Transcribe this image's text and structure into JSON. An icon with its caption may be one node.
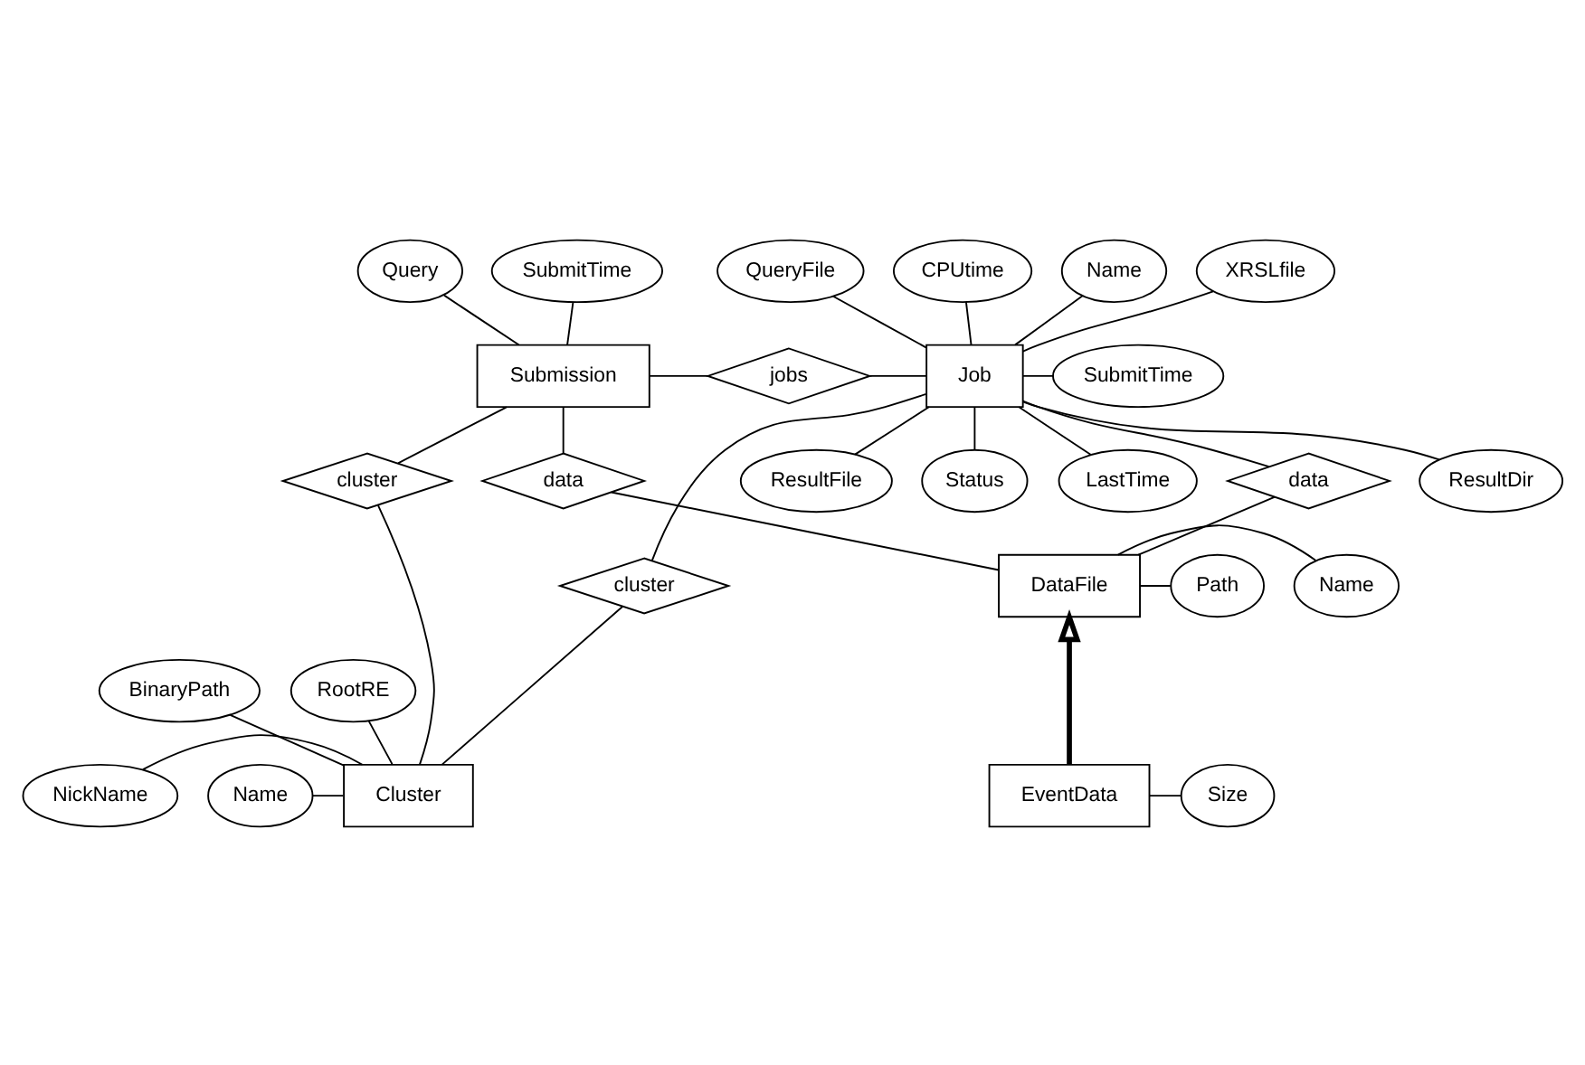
{
  "diagram": {
    "nodes": [
      {
        "text": [
          "Query"
        ]
      },
      {
        "text": [
          "SubmitTime"
        ]
      },
      {
        "text": [
          "Name"
        ]
      },
      {
        "text": [
          "XRSLfile"
        ]
      },
      {
        "text": [
          "QueryFile"
        ]
      },
      {
        "text": [
          "CPUtime"
        ]
      },
      {
        "text": [
          "Submission"
        ]
      },
      {
        "text": [
          "jobs"
        ]
      },
      {
        "text": [
          "Job"
        ]
      },
      {
        "text": [
          "SubmitTime"
        ]
      },
      {
        "text": [
          "Status"
        ]
      },
      {
        "text": [
          "LastTime"
        ]
      },
      {
        "text": [
          "data"
        ]
      },
      {
        "text": [
          "ResultDir"
        ]
      },
      {
        "text": [
          "ResultFile"
        ]
      },
      {
        "text": [
          "data"
        ]
      },
      {
        "text": [
          "cluster"
        ]
      },
      {
        "text": [
          "cluster"
        ]
      },
      {
        "text": [
          "DataFile"
        ]
      },
      {
        "text": [
          "Name"
        ]
      },
      {
        "text": [
          "Path"
        ]
      },
      {
        "text": [
          "Name"
        ]
      },
      {
        "text": [
          "Cluster"
        ]
      },
      {
        "text": [
          "NickName"
        ]
      },
      {
        "text": [
          "BinaryPath"
        ]
      },
      {
        "text": [
          "RootRE"
        ]
      },
      {
        "text": [
          "EventData"
        ]
      },
      {
        "text": [
          "Size"
        ]
      }
    ],
    "edges": [
      {
        "from": 0,
        "to": 6,
        "arrow": "none"
      },
      {
        "from": 1,
        "to": 6,
        "arrow": "none"
      },
      {
        "from": 6,
        "to": 7,
        "arrow": "none"
      },
      {
        "from": 7,
        "to": 8,
        "arrow": "none"
      },
      {
        "from": 2,
        "to": 8,
        "arrow": "none"
      },
      {
        "from": 3,
        "to": 8,
        "arrow": "none"
      },
      {
        "from": 4,
        "to": 8,
        "arrow": "none"
      },
      {
        "from": 5,
        "to": 8,
        "arrow": "none"
      },
      {
        "from": 8,
        "to": 9,
        "arrow": "none"
      },
      {
        "from": 8,
        "to": 10,
        "arrow": "none"
      },
      {
        "from": 8,
        "to": 11,
        "arrow": "none"
      },
      {
        "from": 8,
        "to": 13,
        "arrow": "none"
      },
      {
        "from": 8,
        "to": 14,
        "arrow": "none"
      },
      {
        "from": 8,
        "to": 12,
        "arrow": "none"
      },
      {
        "from": 12,
        "to": 18,
        "arrow": "none"
      },
      {
        "from": 6,
        "to": 15,
        "arrow": "none"
      },
      {
        "from": 15,
        "to": 18,
        "arrow": "none"
      },
      {
        "from": 6,
        "to": 16,
        "arrow": "none"
      },
      {
        "from": 16,
        "to": 22,
        "arrow": "none"
      },
      {
        "from": 8,
        "to": 17,
        "arrow": "none"
      },
      {
        "from": 17,
        "to": 22,
        "arrow": "none"
      },
      {
        "from": 18,
        "to": 19,
        "arrow": "none"
      },
      {
        "from": 18,
        "to": 20,
        "arrow": "none"
      },
      {
        "from": 21,
        "to": 22,
        "arrow": "none"
      },
      {
        "from": 23,
        "to": 22,
        "arrow": "none"
      },
      {
        "from": 24,
        "to": 22,
        "arrow": "none"
      },
      {
        "from": 25,
        "to": 22,
        "arrow": "none"
      },
      {
        "from": 26,
        "to": 18,
        "arrow": "to",
        "style": "thick"
      },
      {
        "from": 26,
        "to": 27,
        "arrow": "none"
      }
    ]
  }
}
